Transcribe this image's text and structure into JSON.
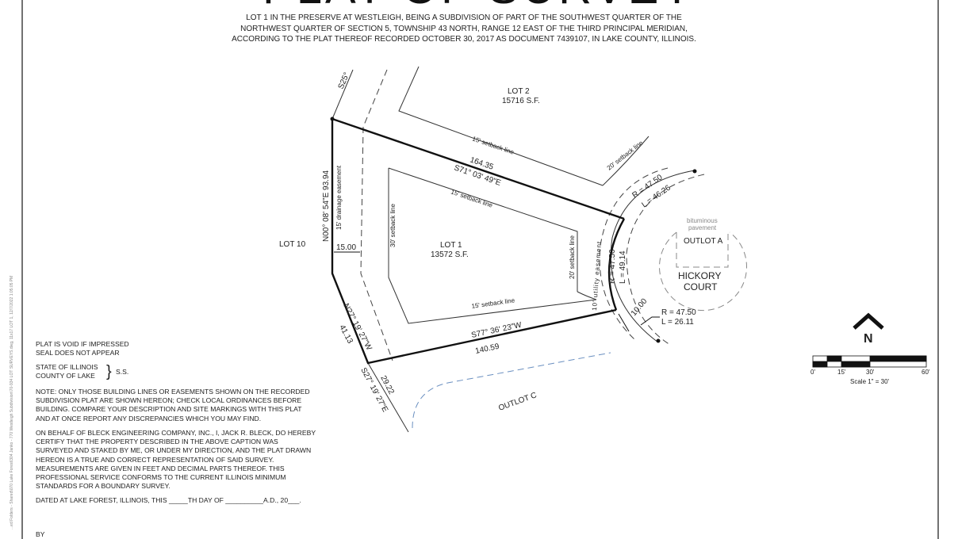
{
  "title": "PLAT OF SURVEY",
  "caption": [
    "LOT 1 IN THE PRESERVE AT WESTLEIGH, BEING A SUBDIVISION OF PART OF THE SOUTHWEST QUARTER OF THE",
    "NORTHWEST QUARTER OF SECTION 5, TOWNSHIP 43 NORTH, RANGE 12 EAST OF THE THIRD PRINCIPAL MERIDIAN,",
    "ACCORDING TO THE PLAT THEREOF RECORDED OCTOBER 30, 2017 AS DOCUMENT 7439107, IN LAKE COUNTY, ILLINOIS."
  ],
  "side_text": "...ed Folders - Shared\\070 Lake Forest\\304 Janko - 770 Westleigh Subdivision\\70-934 LOT SURVEYS.dwg, 11x17 LOT 1, 12/7/2022 1:05:05 PM",
  "notes": {
    "void": [
      "PLAT IS VOID IF IMPRESSED",
      "SEAL DOES NOT APPEAR"
    ],
    "state": [
      "STATE OF ILLINOIS",
      "COUNTY OF LAKE"
    ],
    "ss": "S.S.",
    "note": [
      "NOTE: ONLY THOSE BUILDING LINES OR EASEMENTS SHOWN ON THE RECORDED",
      "SUBDIVISION PLAT ARE SHOWN HEREON;  CHECK LOCAL ORDINANCES BEFORE",
      "BUILDING.  COMPARE YOUR DESCRIPTION AND SITE MARKINGS WITH THIS PLAT",
      "AND AT ONCE REPORT ANY DISCREPANCIES WHICH YOU MAY FIND."
    ],
    "certify": [
      "ON BEHALF OF BLECK ENGINEERING COMPANY, INC., I, JACK R. BLECK, DO HEREBY",
      "CERTIFY THAT THE PROPERTY DESCRIBED IN THE ABOVE CAPTION WAS",
      "SURVEYED AND STAKED BY ME, OR UNDER MY DIRECTION, AND THE PLAT DRAWN",
      "HEREON IS A TRUE AND CORRECT REPRESENTATION OF SAID SURVEY.",
      "MEASUREMENTS ARE GIVEN IN FEET AND DECIMAL PARTS THEREOF.  THIS",
      "PROFESSIONAL SERVICE CONFORMS TO THE CURRENT ILLINOIS MINIMUM",
      "STANDARDS FOR A BOUNDARY SURVEY."
    ],
    "dated": "DATED AT LAKE FOREST, ILLINOIS, THIS _____TH DAY OF __________A.D., 20___.",
    "by": "BY"
  },
  "plat": {
    "lot2": {
      "name": "LOT 2",
      "area": "15716 S.F."
    },
    "lot1": {
      "name": "LOT 1",
      "area": "13572 S.F."
    },
    "lot10": "LOT 10",
    "outlot_a": "OUTLOT A",
    "outlot_c": "OUTLOT C",
    "pavement": [
      "bituminous",
      "pavement"
    ],
    "street": [
      "HICKORY",
      "COURT"
    ],
    "s25": "S25°",
    "north_dist": "164.35",
    "north_bearing": "S71° 03' 49\"E",
    "west_label": "N00° 08' 54\"E  93.94",
    "drainage": "15' drainage easement",
    "setback_15_top_lot2": "15' setback line",
    "setback_15_top": "15' setback line",
    "setback_30": "30' setback line",
    "setback_20_right": "20' setback line",
    "setback_20_lot2": "20' setback line",
    "setback_15_bottom": "15' setback line",
    "utility": "10' utility easement",
    "width_15": "15.00",
    "width_10": "10.00",
    "sw_bearing": "N27° 19' 27\"W",
    "sw_dist": "41.13",
    "s_bearing": "S77° 36' 23\"W",
    "s_dist": "140.59",
    "s27_bearing": "S27° 19' 27\"E",
    "s27_dist": "29.22",
    "curve1": [
      "R = 47.50",
      "L = 46.26"
    ],
    "curve2": [
      "R = 47.50",
      "L = 49.14"
    ],
    "curve3": [
      "R = 47.50",
      "L = 26.11"
    ]
  },
  "north_arrow": {
    "icon": "north-arrow-icon",
    "label": "N"
  },
  "scale": {
    "ticks": [
      "0'",
      "15'",
      "30'",
      "60'"
    ],
    "label": "Scale 1\" = 30'"
  }
}
